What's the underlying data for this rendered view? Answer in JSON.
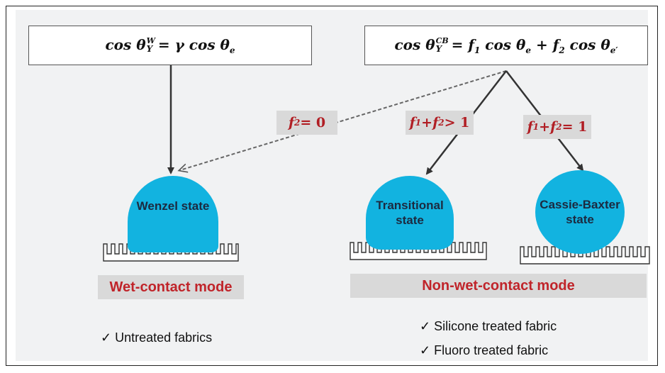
{
  "equations": {
    "wenzel": {
      "lhs": "cos θ",
      "sup": "W",
      "sub": "Y",
      "rhs": "= γ cos θ",
      "rhs_sub": "e"
    },
    "cassie": {
      "lhs": "cos θ",
      "sup": "CB",
      "sub": "Y",
      "eq": "= ",
      "f1": "f",
      "f1_sub": "1",
      "t1": " cos θ",
      "t1_sub": "e",
      "plus": " + ",
      "f2": "f",
      "f2_sub": "2",
      "t2": " cos θ",
      "t2_sub": "e′"
    }
  },
  "conditions": {
    "f2_zero": {
      "var": "f",
      "sub": "2",
      "rest": " = 0"
    },
    "sum_gt": {
      "v1": "f",
      "s1": "1",
      "plus": "+",
      "v2": "f",
      "s2": "2",
      "rest": " > 1"
    },
    "sum_eq": {
      "v1": "f",
      "s1": "1",
      "plus": "+",
      "v2": "f",
      "s2": "2",
      "rest": " = 1"
    }
  },
  "states": {
    "wenzel": "Wenzel state",
    "transitional": [
      "Transitional",
      "state"
    ],
    "cassie": [
      "Cassie-Baxter",
      "state"
    ]
  },
  "modes": {
    "wet": "Wet-contact mode",
    "nonwet": "Non-wet-contact mode"
  },
  "fabrics": {
    "untreated": "✓ Untreated fabrics",
    "silicone": "✓ Silicone treated fabric",
    "fluoro": "✓ Fluoro treated fabric"
  },
  "colors": {
    "droplet": "#12b3e0",
    "mode_text": "#c0242a",
    "condition_text": "#b11e24",
    "label_bg": "#d9d9d9"
  }
}
